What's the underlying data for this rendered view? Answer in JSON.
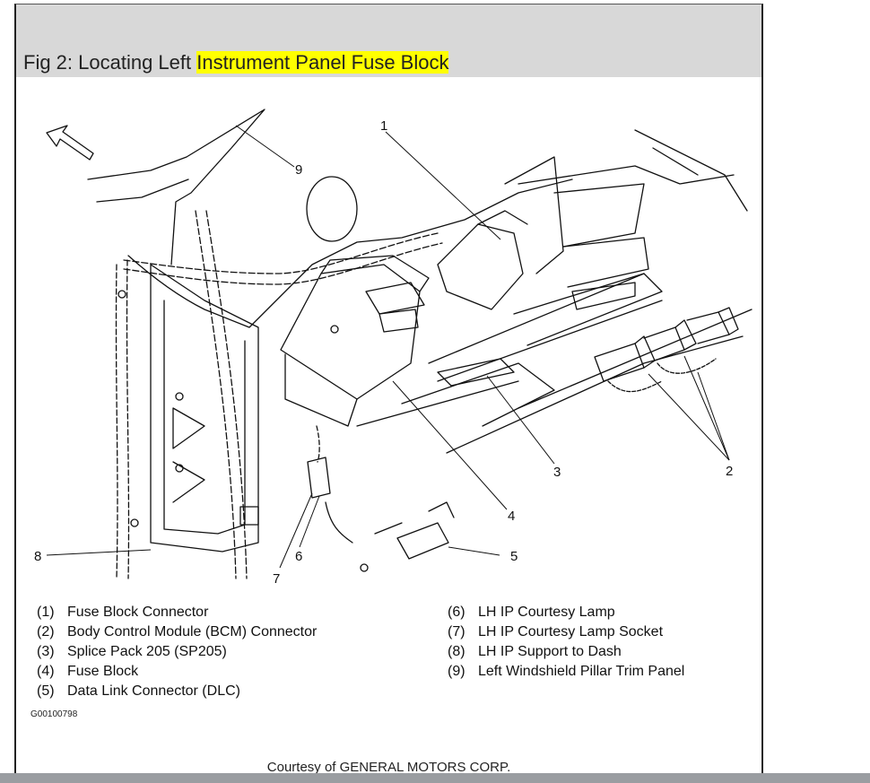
{
  "title": {
    "prefix": "Fig 2: Locating Left ",
    "highlight": "Instrument Panel Fuse Block"
  },
  "callouts": [
    "1",
    "2",
    "3",
    "4",
    "5",
    "6",
    "7",
    "8",
    "9"
  ],
  "legend_left": [
    {
      "num": "(1)",
      "label": "Fuse Block Connector"
    },
    {
      "num": "(2)",
      "label": "Body Control Module (BCM) Connector"
    },
    {
      "num": "(3)",
      "label": "Splice Pack 205 (SP205)"
    },
    {
      "num": "(4)",
      "label": "Fuse Block"
    },
    {
      "num": "(5)",
      "label": "Data Link Connector (DLC)"
    }
  ],
  "legend_right": [
    {
      "num": "(6)",
      "label": "LH IP Courtesy Lamp"
    },
    {
      "num": "(7)",
      "label": "LH IP Courtesy Lamp Socket"
    },
    {
      "num": "(8)",
      "label": "LH IP Support to Dash"
    },
    {
      "num": "(9)",
      "label": "Left Windshield Pillar Trim Panel"
    }
  ],
  "figure_code": "G00100798",
  "courtesy": "Courtesy of GENERAL MOTORS CORP.",
  "colors": {
    "highlight": "#ffff00",
    "header_bg": "#d8d8d8",
    "bottom_bar": "#9a9da1"
  }
}
